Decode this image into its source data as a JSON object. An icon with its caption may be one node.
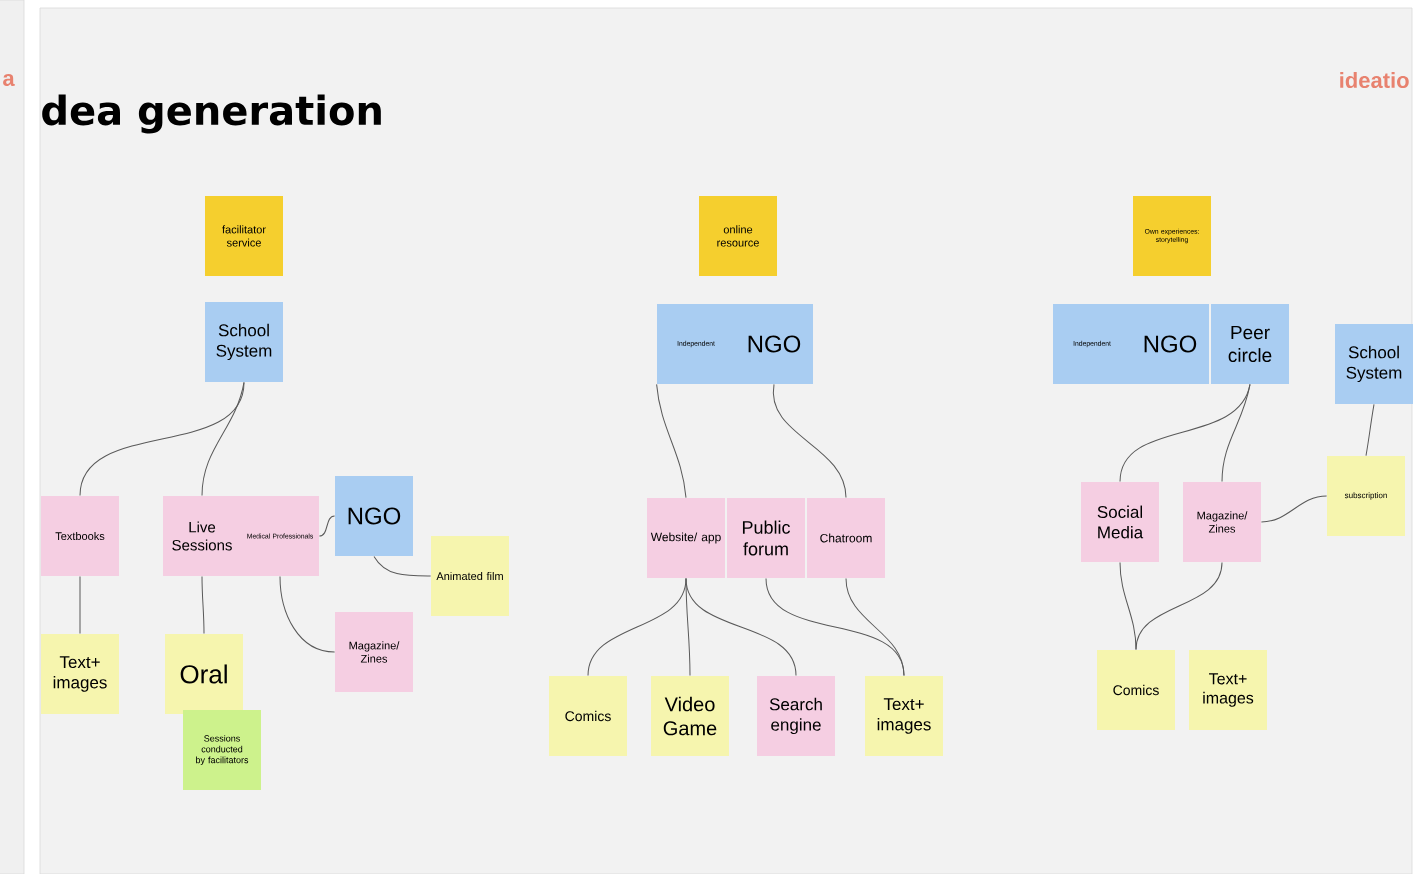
{
  "diagram": {
    "title": "dea generation",
    "nodes": [
      {
        "text": [
          "facilitator service"
        ]
      },
      {
        "text": [
          "School System"
        ]
      },
      {
        "text": [
          "Textbooks"
        ]
      },
      {
        "text": [
          "Live Sessions"
        ]
      },
      {
        "text": [
          "Medical Professionals"
        ]
      },
      {
        "text": [
          "NGO"
        ]
      },
      {
        "text": [
          "Animated film"
        ]
      },
      {
        "text": [
          "Text+ images"
        ]
      },
      {
        "text": [
          "Oral"
        ]
      },
      {
        "text": [
          "Sessions conducted by facilitators"
        ]
      },
      {
        "text": [
          "Magazine/ Zines"
        ]
      },
      {
        "text": [
          "online resource"
        ]
      },
      {
        "text": [
          "Independent"
        ]
      },
      {
        "text": [
          "NGO"
        ]
      },
      {
        "text": [
          "Website/ app"
        ]
      },
      {
        "text": [
          "Public forum"
        ]
      },
      {
        "text": [
          "Chatroom"
        ]
      },
      {
        "text": [
          "Comics"
        ]
      },
      {
        "text": [
          "Video Game"
        ]
      },
      {
        "text": [
          "Search engine"
        ]
      },
      {
        "text": [
          "Text+ images"
        ]
      },
      {
        "text": [
          "Own experiences: storytelling"
        ]
      },
      {
        "text": [
          "Independent"
        ]
      },
      {
        "text": [
          "NGO"
        ]
      },
      {
        "text": [
          "Peer circle"
        ]
      },
      {
        "text": [
          "School System"
        ]
      },
      {
        "text": [
          "Social Media"
        ]
      },
      {
        "text": [
          "Magazine/ Zines"
        ]
      },
      {
        "text": [
          "subscription"
        ]
      },
      {
        "text": [
          "Comics"
        ]
      },
      {
        "text": [
          "Text+ images"
        ]
      }
    ],
    "edges": [
      {
        "from": 1,
        "to": 2,
        "arrow": "none"
      },
      {
        "from": 1,
        "to": 3,
        "arrow": "none"
      },
      {
        "from": 4,
        "to": 5,
        "arrow": "none"
      },
      {
        "from": 5,
        "to": 6,
        "arrow": "none"
      },
      {
        "from": 4,
        "to": 10,
        "arrow": "none"
      },
      {
        "from": 2,
        "to": 7,
        "arrow": "none"
      },
      {
        "from": 3,
        "to": 8,
        "arrow": "none"
      },
      {
        "from": 12,
        "to": 14,
        "arrow": "none"
      },
      {
        "from": 13,
        "to": 16,
        "arrow": "none"
      },
      {
        "from": 14,
        "to": 17,
        "arrow": "none"
      },
      {
        "from": 14,
        "to": 18,
        "arrow": "none"
      },
      {
        "from": 14,
        "to": 19,
        "arrow": "none"
      },
      {
        "from": 15,
        "to": 20,
        "arrow": "none"
      },
      {
        "from": 16,
        "to": 20,
        "arrow": "none"
      },
      {
        "from": 24,
        "to": 26,
        "arrow": "none"
      },
      {
        "from": 24,
        "to": 27,
        "arrow": "none"
      },
      {
        "from": 25,
        "to": 28,
        "arrow": "none"
      },
      {
        "from": 28,
        "to": 27,
        "arrow": "none"
      },
      {
        "from": 26,
        "to": 29,
        "arrow": "none"
      },
      {
        "from": 27,
        "to": 29,
        "arrow": "none"
      }
    ],
    "labels": [
      "a",
      "ideatio"
    ]
  }
}
